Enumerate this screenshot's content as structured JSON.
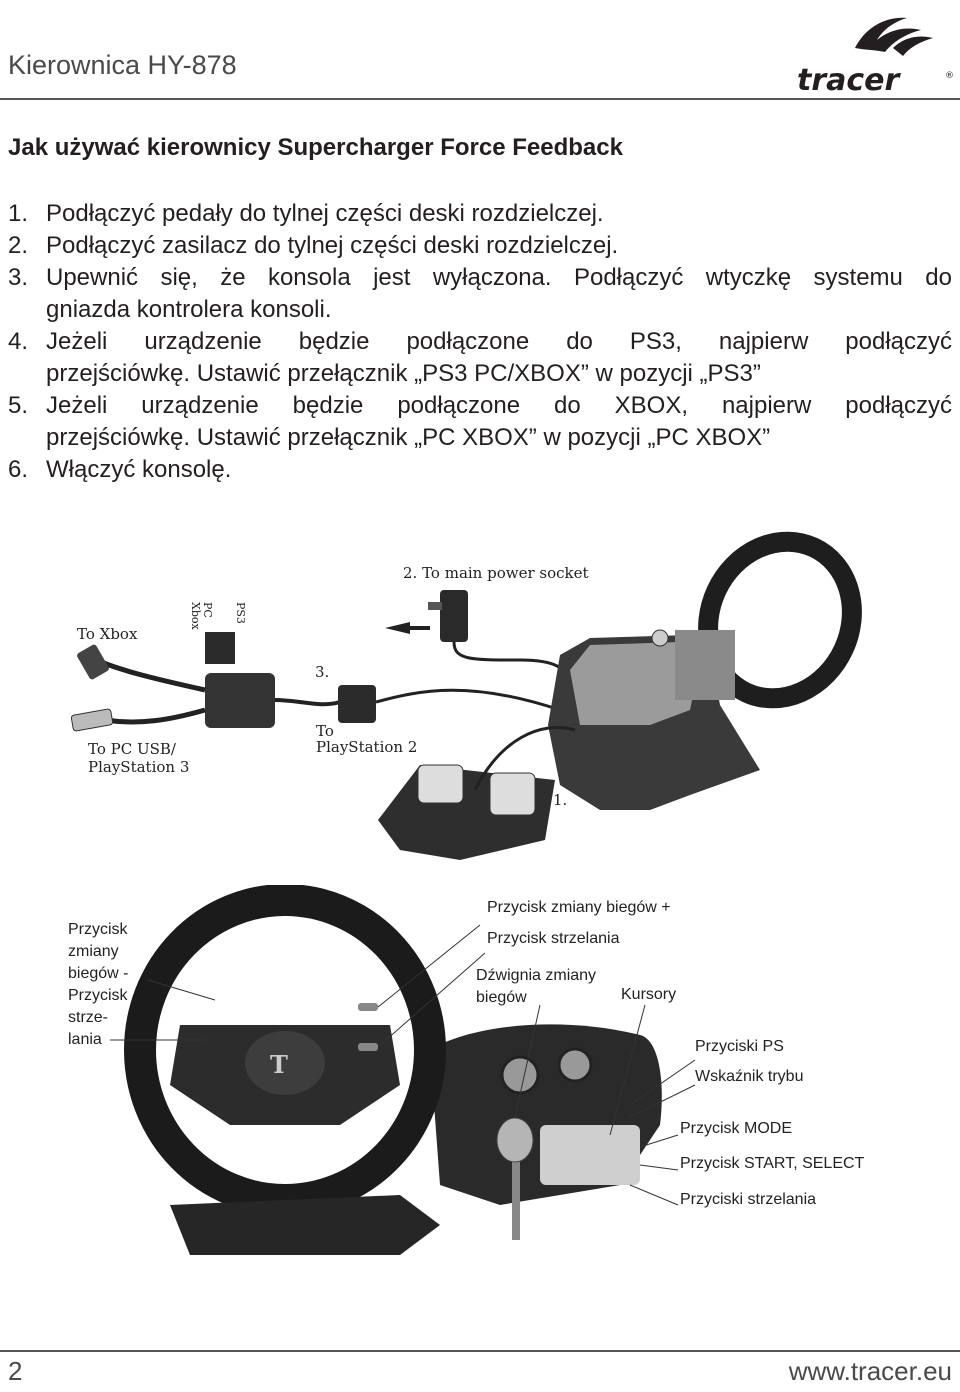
{
  "header": {
    "title": "Kierownica HY-878",
    "logo_text": "tracer"
  },
  "section": {
    "title": "Jak używać kierownicy Supercharger Force Feedback"
  },
  "steps": [
    {
      "num": "1.",
      "text": "Podłączyć pedały do tylnej części deski rozdzielczej."
    },
    {
      "num": "2.",
      "text": "Podłączyć zasilacz do tylnej części deski rozdzielczej."
    },
    {
      "num": "3.",
      "line1": "Upewnić się, że konsola jest wyłączona. Podłączyć wtyczkę systemu do",
      "line2": "gniazda kontrolera konsoli."
    },
    {
      "num": "4.",
      "line1": "Jeżeli urządzenie będzie podłączone do PS3, najpierw podłączyć",
      "line2": "przejściówkę. Ustawić przełącznik „PS3 PC/XBOX” w pozycji „PS3”"
    },
    {
      "num": "5.",
      "line1": "Jeżeli urządzenie będzie podłączone do XBOX, najpierw podłączyć",
      "line2": "przejściówkę. Ustawić przełącznik „PC XBOX” w pozycji „PC XBOX”"
    },
    {
      "num": "6.",
      "text": "Włączyć konsolę."
    }
  ],
  "diagram1": {
    "main_power": "2. To main power socket",
    "to_xbox": "To Xbox",
    "switch_pc": "PC",
    "switch_xbox": "Xbox",
    "switch_ps3": "PS3",
    "step3": "3.",
    "to_ps2_line1": "To",
    "to_ps2_line2": "PlayStation 2",
    "usb_line1": "To PC USB/",
    "usb_line2": "PlayStation 3",
    "step1": "1."
  },
  "diagram2": {
    "left1": "Przycisk",
    "left2": "zmiany",
    "left3": "biegów -",
    "left4": "Przycisk",
    "left5": "strze-",
    "left6": "lania",
    "gear_plus": "Przycisk zmiany biegów +",
    "fire": "Przycisk strzelania",
    "lever1": "Dźwignia zmiany",
    "lever2": "biegów",
    "cursors": "Kursory",
    "ps_buttons": "Przyciski PS",
    "mode_indicator": "Wskaźnik trybu",
    "mode_button": "Przycisk MODE",
    "start_select": "Przycisk START, SELECT",
    "fire_buttons": "Przyciski strzelania"
  },
  "footer": {
    "page_number": "2",
    "url": "www.tracer.eu"
  }
}
